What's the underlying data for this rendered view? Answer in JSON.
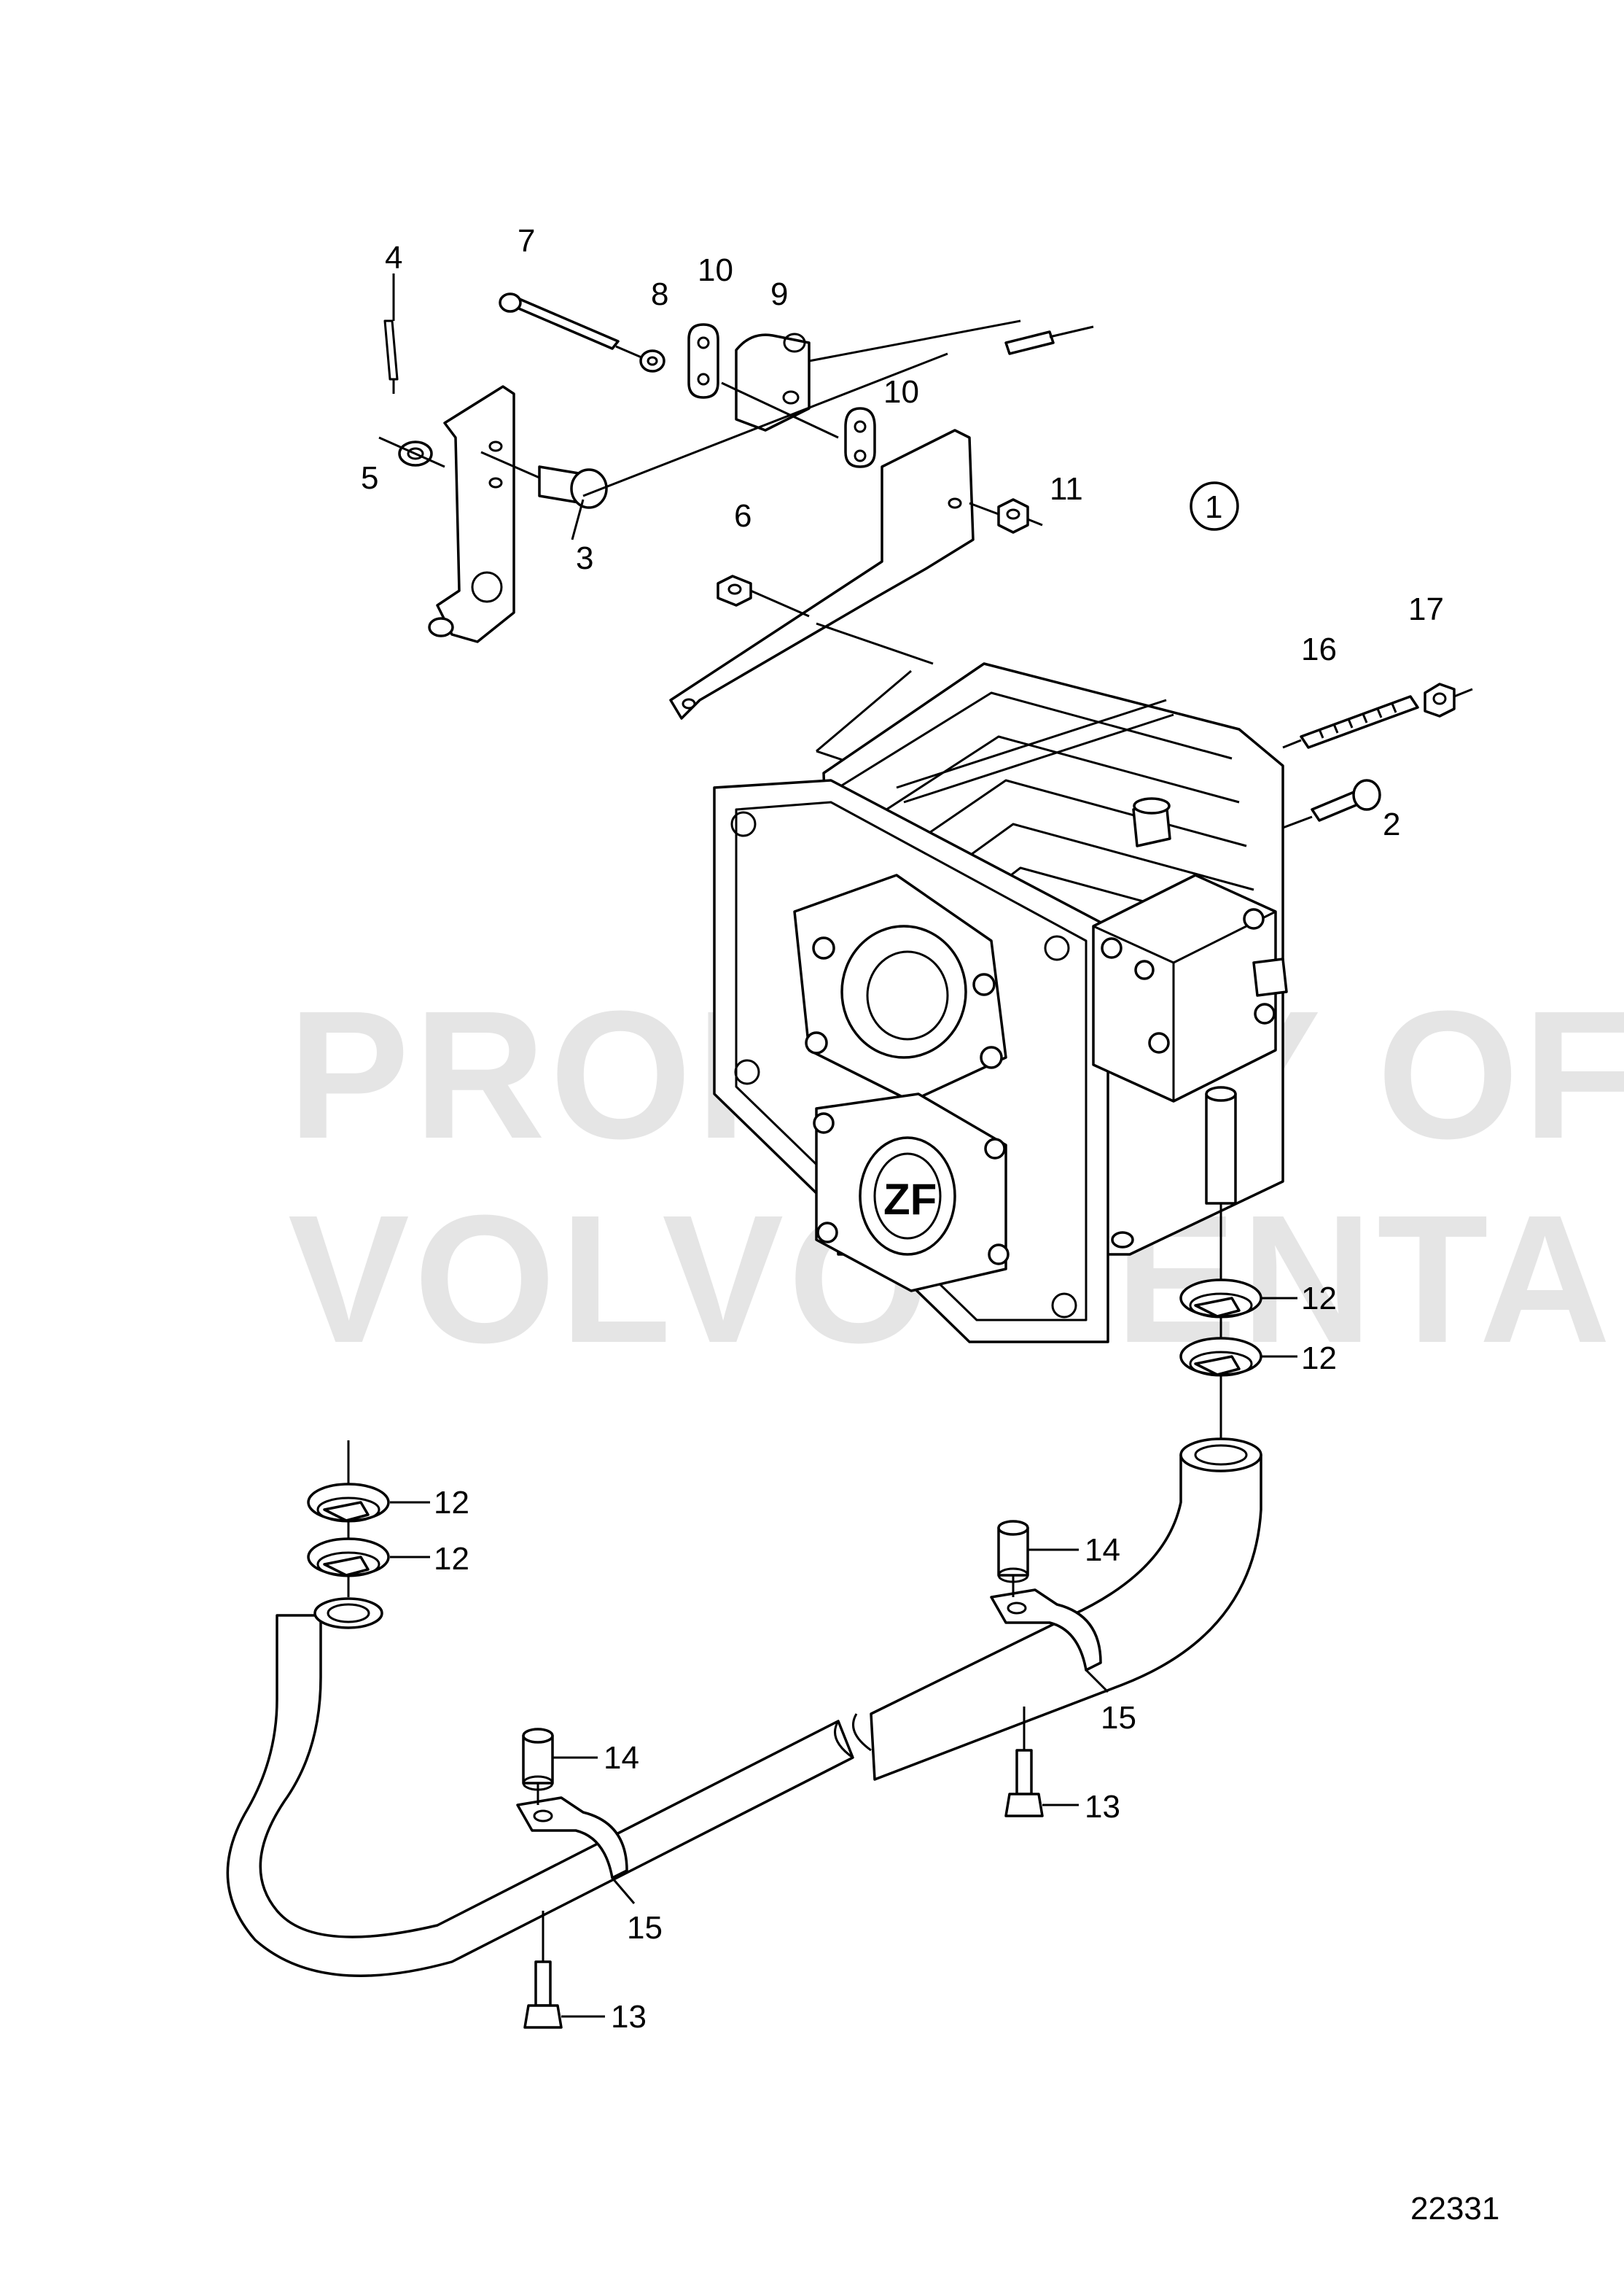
{
  "watermark": {
    "line1": "PROPERTY OF",
    "line2": "VOLVO PENTA"
  },
  "figure_number": "22331",
  "group_marker": "1",
  "callouts": [
    {
      "id": "c4",
      "text": "4"
    },
    {
      "id": "c7",
      "text": "7"
    },
    {
      "id": "c8",
      "text": "8"
    },
    {
      "id": "c10a",
      "text": "10"
    },
    {
      "id": "c9",
      "text": "9"
    },
    {
      "id": "c10b",
      "text": "10"
    },
    {
      "id": "c5",
      "text": "5"
    },
    {
      "id": "c3",
      "text": "3"
    },
    {
      "id": "c6",
      "text": "6"
    },
    {
      "id": "c11",
      "text": "11"
    },
    {
      "id": "c17",
      "text": "17"
    },
    {
      "id": "c16",
      "text": "16"
    },
    {
      "id": "c2",
      "text": "2"
    },
    {
      "id": "c12a",
      "text": "12"
    },
    {
      "id": "c12b",
      "text": "12"
    },
    {
      "id": "c12c",
      "text": "12"
    },
    {
      "id": "c12d",
      "text": "12"
    },
    {
      "id": "c14a",
      "text": "14"
    },
    {
      "id": "c15a",
      "text": "15"
    },
    {
      "id": "c13a",
      "text": "13"
    },
    {
      "id": "c14b",
      "text": "14"
    },
    {
      "id": "c15b",
      "text": "15"
    },
    {
      "id": "c13b",
      "text": "13"
    }
  ],
  "gearbox_logo": "ZF"
}
